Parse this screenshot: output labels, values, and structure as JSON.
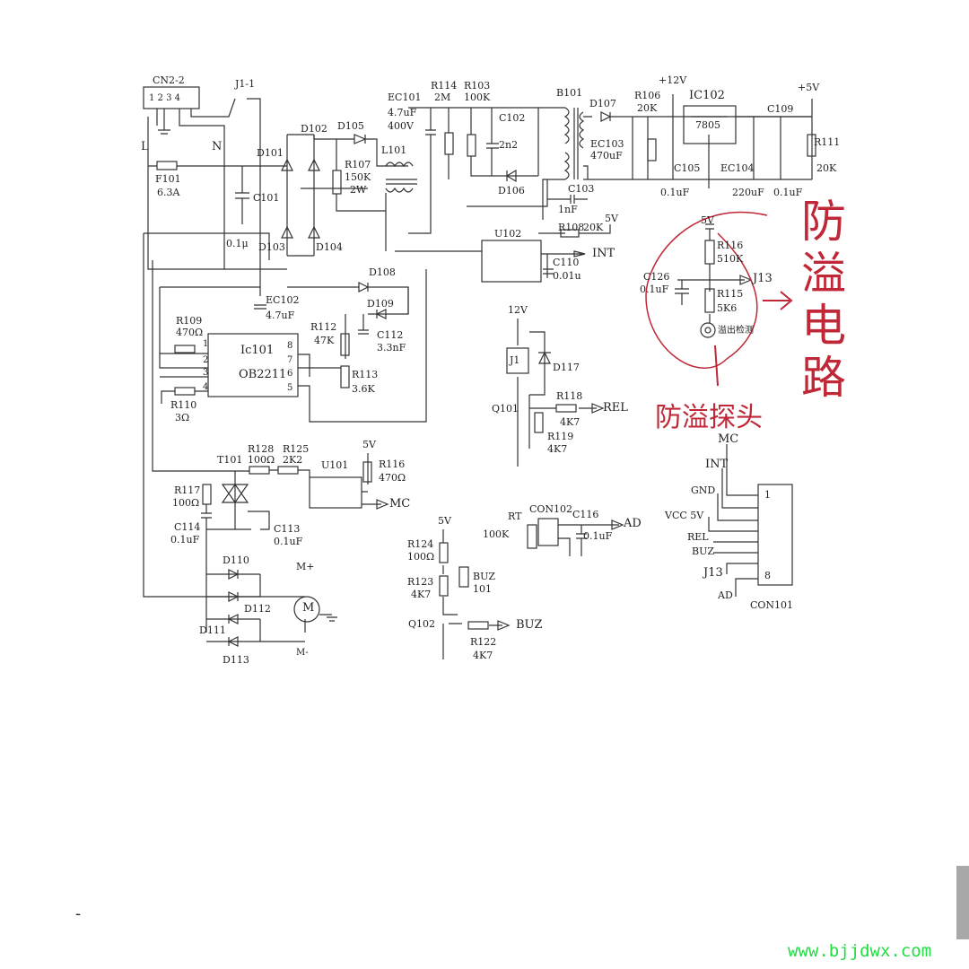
{
  "labels": {
    "cn2": "CN2-2",
    "cn2_pins": "1 2 3 4",
    "j1_1": "J1-1",
    "L": "L",
    "N": "N",
    "f101": "F101",
    "f101_v": "6.3A",
    "d101": "D101",
    "c101": "C101",
    "c101_v": "0.1μ",
    "d102": "D102",
    "d103": "D103",
    "d104": "D104",
    "d105": "D105",
    "r107": "R107",
    "r107_v": "150K",
    "r107_w": "2W",
    "l101": "L101",
    "ec101": "EC101",
    "ec101_v": "4.7uF",
    "ec101_vv": "400V",
    "r114": "R114",
    "r114_v": "2M",
    "r103": "R103",
    "r103_v": "100K",
    "c102": "C102",
    "c102_v": "2n2",
    "d106": "D106",
    "b101": "B101",
    "d107": "D107",
    "r106": "R106",
    "r106_v": "20K",
    "p12v": "+12V",
    "ic102": "IC102",
    "ic102_v": "7805",
    "p5v": "+5V",
    "c109": "C109",
    "r111": "R111",
    "r111_v": "20K",
    "ec103": "EC103",
    "ec103_v": "470uF",
    "c105": "C105",
    "c105_v": "0.1uF",
    "ec104": "EC104",
    "ec104_v": "220uF",
    "c109_v": "0.1uF",
    "c103": "C103",
    "c103_v": "1nF",
    "r108": "R108",
    "r108_v": "20K",
    "v5_a": "5V",
    "u102": "U102",
    "int": "INT",
    "c110": "C110",
    "c110_v": "0.01u",
    "d108": "D108",
    "ec102": "EC102",
    "ec102_v": "4.7uF",
    "d109": "D109",
    "r112": "R112",
    "r112_v": "47K",
    "c112": "C112",
    "c112_v": "3.3nF",
    "r109": "R109",
    "r109_v": "470Ω",
    "ic101": "Ic101",
    "ic101_v": "OB2211",
    "pin1": "1",
    "pin2": "2",
    "pin3": "3",
    "pin4": "4",
    "pin8": "8",
    "pin7": "7",
    "pin6": "6",
    "pin5": "5",
    "r113": "R113",
    "r113_v": "3.6K",
    "r110": "R110",
    "r110_v": "3Ω",
    "v12": "12V",
    "j1": "J1",
    "d117": "D117",
    "q101": "Q101",
    "r118": "R118",
    "r118_v": "4K7",
    "rel": "REL",
    "r119": "R119",
    "r119_v": "4K7",
    "t101": "T101",
    "r128": "R128",
    "r128_v": "100Ω",
    "r125": "R125",
    "r125_v": "2K2",
    "u101": "U101",
    "v5_b": "5V",
    "r116b": "R116",
    "r116b_v": "470Ω",
    "mc": "MC",
    "r117": "R117",
    "r117_v": "100Ω",
    "c114": "C114",
    "c114_v": "0.1uF",
    "c113": "C113",
    "c113_v": "0.1uF",
    "d110": "D110",
    "mplus": "M+",
    "d112": "D112",
    "d111": "D111",
    "d113": "D113",
    "motor": "M",
    "mminus": "M-",
    "v5_c": "5V",
    "r124": "R124",
    "r124_v": "100Ω",
    "r123": "R123",
    "r123_v": "4K7",
    "buz101": "BUZ",
    "buz101_v": "101",
    "q102": "Q102",
    "buz": "BUZ",
    "r122": "R122",
    "r122_v": "4K7",
    "rt": "RT",
    "rt_v": "100K",
    "con102": "CON102",
    "c116": "C116",
    "c116_v": "0.1uF",
    "ad": "AD",
    "v5_d": "5V",
    "r116": "R116",
    "r116_v": "510K",
    "c126": "C126",
    "c126_v": "0.1uF",
    "j13": "J13",
    "r115": "R115",
    "r115_v": "5K6",
    "probe": "溢出检测"
  },
  "con101": {
    "name": "CON101",
    "pin_first": "1",
    "pin_last": "8",
    "signals": [
      "MC",
      "INT",
      "GND",
      "VCC 5V",
      "REL",
      "BUZ",
      "J13",
      "AD"
    ]
  },
  "annotations": {
    "title": "防溢电路",
    "probe": "防溢探头",
    "color": "#c02838"
  },
  "footer": {
    "dash": "-",
    "watermark": "www.bjjdwx.com",
    "watermark_color": "#22dd44"
  }
}
